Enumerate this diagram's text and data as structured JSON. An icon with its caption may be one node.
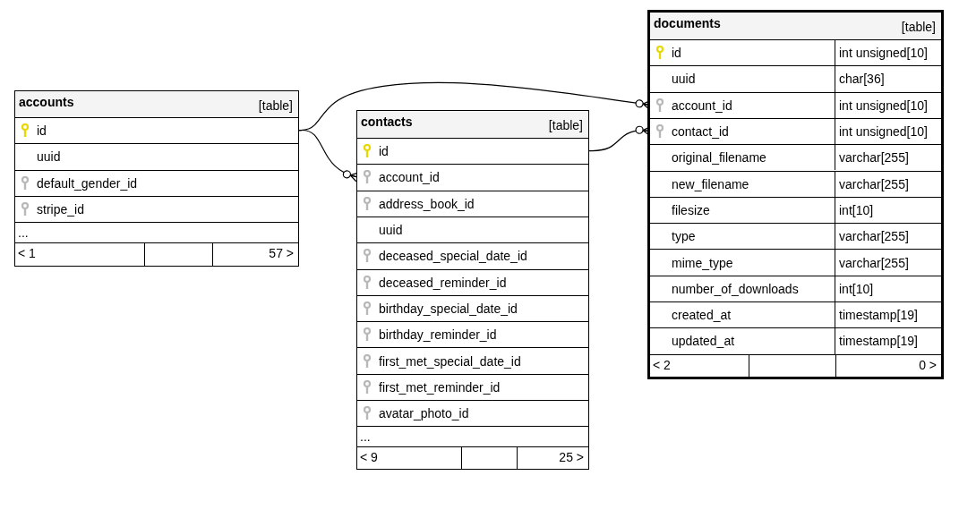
{
  "diagram": {
    "nodes": [
      {
        "text": [
          "accounts",
          "[table]"
        ]
      },
      {
        "text": [
          "id"
        ],
        "in": 0
      },
      {
        "text": [
          "uuid"
        ],
        "in": 0
      },
      {
        "text": [
          "default_gender_id"
        ],
        "in": 0
      },
      {
        "text": [
          "stripe_id"
        ],
        "in": 0
      },
      {
        "text": [
          "..."
        ],
        "in": 0
      },
      {
        "text": [
          "< 1",
          "57 >"
        ],
        "in": 0
      },
      {
        "text": [
          "contacts",
          "[table]"
        ]
      },
      {
        "text": [
          "id"
        ],
        "in": 7
      },
      {
        "text": [
          "account_id"
        ],
        "in": 7
      },
      {
        "text": [
          "address_book_id"
        ],
        "in": 7
      },
      {
        "text": [
          "uuid"
        ],
        "in": 7
      },
      {
        "text": [
          "deceased_special_date_id"
        ],
        "in": 7
      },
      {
        "text": [
          "deceased_reminder_id"
        ],
        "in": 7
      },
      {
        "text": [
          "birthday_special_date_id"
        ],
        "in": 7
      },
      {
        "text": [
          "birthday_reminder_id"
        ],
        "in": 7
      },
      {
        "text": [
          "first_met_special_date_id"
        ],
        "in": 7
      },
      {
        "text": [
          "first_met_reminder_id"
        ],
        "in": 7
      },
      {
        "text": [
          "avatar_photo_id"
        ],
        "in": 7
      },
      {
        "text": [
          "..."
        ],
        "in": 7
      },
      {
        "text": [
          "< 9",
          "25 >"
        ],
        "in": 7
      },
      {
        "text": [
          "documents",
          "[table]"
        ]
      },
      {
        "text": [
          "id",
          "int unsigned[10]"
        ],
        "in": 21
      },
      {
        "text": [
          "uuid",
          "char[36]"
        ],
        "in": 21
      },
      {
        "text": [
          "account_id",
          "int unsigned[10]"
        ],
        "in": 21
      },
      {
        "text": [
          "contact_id",
          "int unsigned[10]"
        ],
        "in": 21
      },
      {
        "text": [
          "original_filename",
          "varchar[255]"
        ],
        "in": 21
      },
      {
        "text": [
          "new_filename",
          "varchar[255]"
        ],
        "in": 21
      },
      {
        "text": [
          "filesize",
          "int[10]"
        ],
        "in": 21
      },
      {
        "text": [
          "type",
          "varchar[255]"
        ],
        "in": 21
      },
      {
        "text": [
          "mime_type",
          "varchar[255]"
        ],
        "in": 21
      },
      {
        "text": [
          "number_of_downloads",
          "int[10]"
        ],
        "in": 21
      },
      {
        "text": [
          "created_at",
          "timestamp[19]"
        ],
        "in": 21
      },
      {
        "text": [
          "updated_at",
          "timestamp[19]"
        ],
        "in": 21
      },
      {
        "text": [
          "< 2",
          "0 >"
        ],
        "in": 21
      }
    ],
    "edges": [
      {
        "from": 1,
        "to": 24,
        "arrow": "other"
      },
      {
        "from": 1,
        "to": 9,
        "arrow": "other"
      },
      {
        "from": 8,
        "to": 25,
        "arrow": "other"
      }
    ]
  }
}
